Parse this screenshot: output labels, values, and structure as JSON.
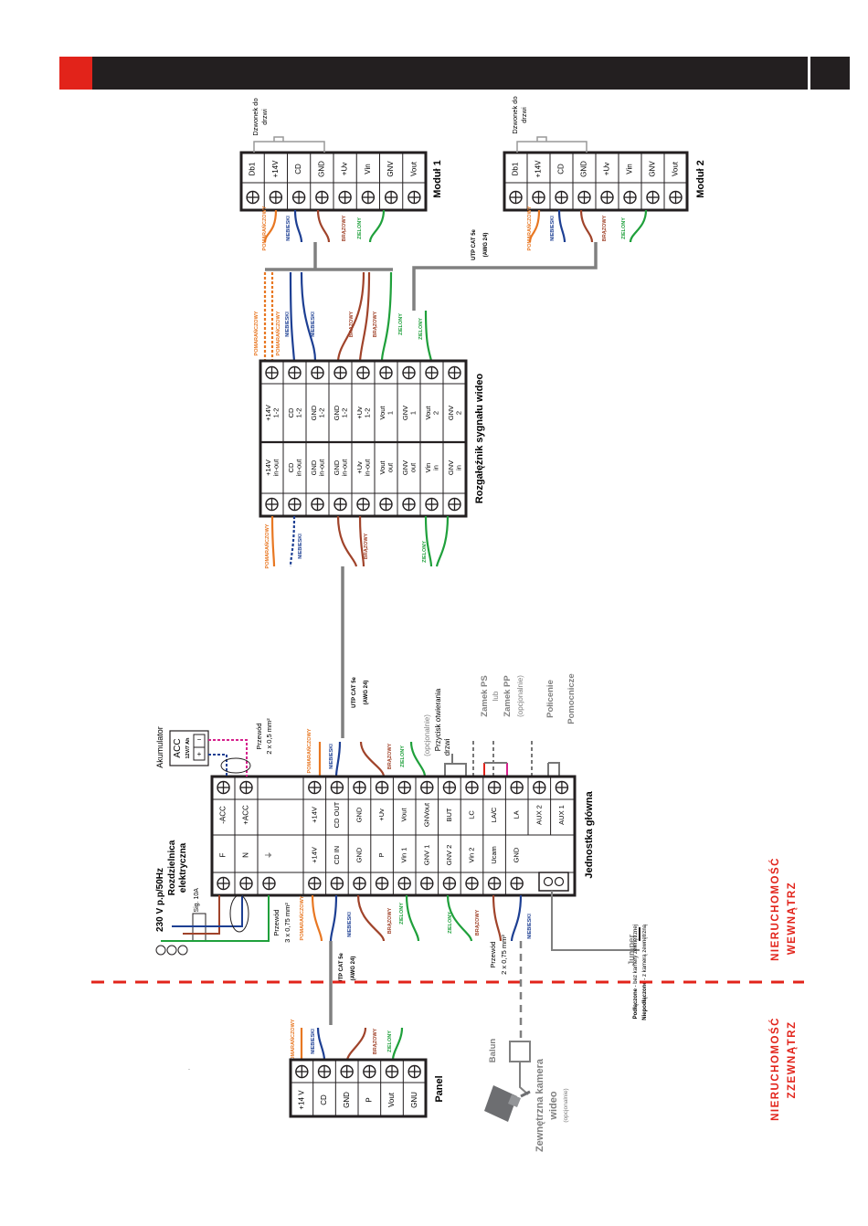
{
  "wire_colors": {
    "orange": "#e87722",
    "blue": "#1d3f93",
    "brown": "#a0432a",
    "green": "#1fa03b",
    "grey": "#808080",
    "magenta": "#d6218c",
    "red": "#e2231a",
    "dark": "#231f20"
  },
  "modules": {
    "modul1": {
      "title": "Moduł 1",
      "terminals": [
        "Db1",
        "+14V",
        "CD",
        "GND",
        "+Uv",
        "Vin",
        "GNV",
        "Vout"
      ],
      "bell_label": [
        "Dzwonek do",
        "drzwi"
      ],
      "wire_labels": [
        "POMARAŃCZOWY",
        "NIEBIESKI",
        "BRĄZOWY",
        "ZIELONY"
      ]
    },
    "modul2": {
      "title": "Moduł 2",
      "terminals": [
        "Db1",
        "+14V",
        "CD",
        "GND",
        "+Uv",
        "Vin",
        "GNV",
        "Vout"
      ],
      "bell_label": [
        "Dzwonek do",
        "drzwi"
      ],
      "wire_labels": [
        "POMARAŃCZOWY",
        "NIEBIESKI",
        "BRĄZOWY",
        "ZIELONY"
      ]
    }
  },
  "utp_top": [
    "UTP CAT 5e",
    "(AWG 24)"
  ],
  "splitter": {
    "title": "Rozgałęźnik sygnału wideo",
    "right_terminals": [
      "+14V 1-2",
      "CD 1-2",
      "GND 1-2",
      "GND 1-2",
      "+Uv 1-2",
      "Vout 1",
      "GNV 1",
      "Vout 2",
      "GNV 2"
    ],
    "left_terminals": [
      "+14V in-out",
      "CD in-out",
      "GND in-out",
      "GND in-out",
      "+Uv in-out",
      "Vout out",
      "GNV out",
      "Vin in",
      "GNV in"
    ],
    "top_wire_labels": [
      "POMARAŃCZOWY",
      "POMARAŃCZOWY",
      "NIEBIESKI",
      "NIEBIESKI",
      "BRĄZOWY",
      "BRĄZOWY",
      "ZIELONY",
      "ZIELONY"
    ],
    "bottom_wire_labels": [
      "POMARAŃCZOWY",
      "NIEBIESKI",
      "BRĄZOWY",
      "ZIELONY"
    ]
  },
  "utp_mid": [
    "UTP CAT 5e",
    "(AWG 24)"
  ],
  "main_unit": {
    "title": "Jednostka główna",
    "top_terminals": [
      "+14V",
      "CD OUT",
      "GND",
      "+Uv",
      "Vout",
      "GNVout",
      "BUT",
      "LC",
      "LA/C",
      "LA",
      "AUX 2",
      "AUX 1"
    ],
    "bottom_terminals": [
      "+14V",
      "CD IN",
      "GND",
      "P",
      "Vin 1",
      "GNV 1",
      "GNV 2",
      "Vin 2",
      "Ucam",
      "GND"
    ],
    "power_left": [
      "F",
      "N",
      "⏚"
    ],
    "power_right": [
      "-ACC",
      "+ACC"
    ],
    "top_wire_labels": [
      "POMARAŃCZOWY",
      "NIEBIESKI",
      "BRĄZOWY",
      "ZIELONY"
    ],
    "bottom_wire_labels": [
      "POMARAŃCZOWY",
      "NIEBIESKI",
      "BRĄZOWY",
      "ZIELONY"
    ],
    "camera_wire_labels": [
      "ZIELONY",
      "BRĄZOWY",
      "NIEBIESKI"
    ]
  },
  "accumulator": {
    "title": "Akumulator",
    "box": [
      "ACC",
      "12V/7 Ah"
    ],
    "cable": [
      "Przewód",
      "2 x 0,5 mm²"
    ]
  },
  "mains": {
    "voltage": "230 V p.p/50Hz",
    "panel": "Rozdzielnica",
    "panel2": "elektryczna",
    "fuse": "2x Sig. 10A",
    "cable": [
      "Przewód",
      "3 x 0,75 mm²"
    ]
  },
  "peripherals": {
    "button": [
      "(opcjonalnie)",
      "Przycisk otwierania",
      "drzwi"
    ],
    "lock": [
      "Zamek PS",
      "lub",
      "Zamek PP",
      "(opcjonalnie)"
    ],
    "extra": [
      "Połicenie",
      "Pomocnicze"
    ]
  },
  "jumper": {
    "label": "Jumper",
    "connected": "Podłączone",
    "connected_desc": " - bez kamery zewnętrznej",
    "disconnected": "Niepodłączone",
    "disconnected_desc": " - z kamerą zewnętrzną"
  },
  "utp_bottom": [
    "UTP CAT 5e",
    "(AWG 24)"
  ],
  "panel": {
    "title": "Panel",
    "terminals": [
      "+14 V",
      "CD",
      "GND",
      "P",
      "Vout",
      "GNU"
    ],
    "wire_labels": [
      "POMARAŃCZOWY",
      "NIEBIESKI",
      "BRĄZOWY",
      "ZIELONY"
    ]
  },
  "camera": {
    "balun": "Balun",
    "cable": [
      "Przewód",
      "2 x 0,75 mm²"
    ],
    "title": [
      "Zewnętrzna kamera",
      "wideo"
    ],
    "optional": "(opcjonalnie)"
  },
  "zones": {
    "inside": [
      "NIERUCHOMOŚĆ",
      "WEWNĄTRZ"
    ],
    "outside": [
      "NIERUCHOMOŚĆ",
      "ZZEWNĄTRZ"
    ]
  }
}
